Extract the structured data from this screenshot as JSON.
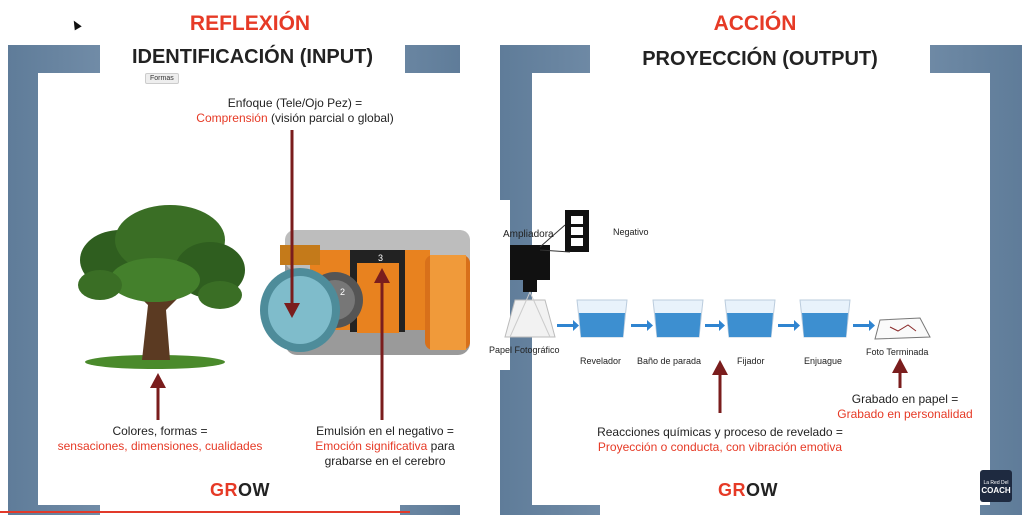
{
  "left": {
    "header": "REFLEXIÓN",
    "title": "IDENTIFICACIÓN (INPUT)",
    "tooltip": "Formas",
    "focus_line1": "Enfoque (Tele/Ojo Pez) =",
    "focus_red": "Comprensión",
    "focus_rest": " (visión parcial o global)",
    "colors_line1": "Colores, formas =",
    "colors_red": "sensaciones, dimensiones, cualidades",
    "emulsion_line1": "Emulsión en el negativo =",
    "emulsion_red": "Emoción significativa",
    "emulsion_rest": " para",
    "emulsion_line3": "grabarse en el cerebro",
    "grow_red": "GR",
    "grow_dark": "OW"
  },
  "right": {
    "header": "ACCIÓN",
    "title": "PROYECCIÓN (OUTPUT)",
    "ampliadora": "Ampliadora",
    "negativo": "Negativo",
    "papel": "Papel Fotográfico",
    "revelador": "Revelador",
    "bano": "Baño de parada",
    "fijador": "Fijador",
    "enjuague": "Enjuague",
    "foto": "Foto Terminada",
    "grabado_line1": "Grabado en papel =",
    "grabado_red": "Grabado en personalidad",
    "reacciones_line1": "Reacciones químicas y proceso de revelado =",
    "reacciones_red": "Proyección o conducta, con vibración emotiva",
    "grow_red": "GR",
    "grow_dark": "OW"
  },
  "logo": {
    "line1": "La Red Del",
    "line2": "COACH"
  },
  "colors": {
    "accent": "#e63a26",
    "frame": "#6f8aa6",
    "arrow": "#7a1d1d",
    "water": "#3d8fd0"
  }
}
